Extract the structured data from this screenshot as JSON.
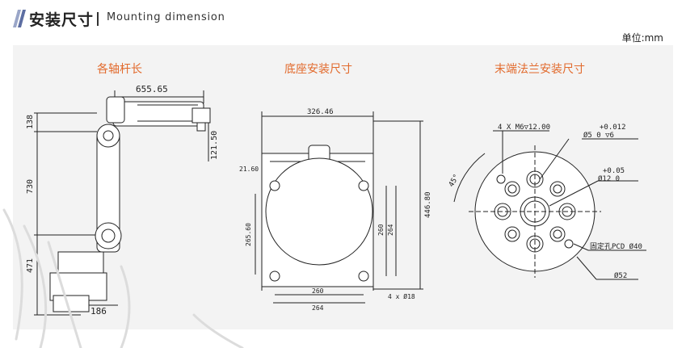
{
  "header": {
    "title_zh": "安装尺寸",
    "title_en": "Mounting dimension",
    "unit": "单位:mm"
  },
  "sections": {
    "arm": {
      "title": "各轴杆长",
      "dims": {
        "reach": "655.65",
        "d138": "138",
        "d730": "730",
        "d471": "471",
        "d186": "186",
        "d121": "121.50"
      }
    },
    "base": {
      "title": "底座安装尺寸",
      "dims": {
        "width": "326.46",
        "height": "446.80",
        "side": "21.60",
        "left_v": "265.60",
        "v260": "260",
        "v264": "264",
        "h260": "260",
        "h264": "264",
        "hole": "4 x Ø18"
      }
    },
    "flange": {
      "title": "末端法兰安装尺寸",
      "dims": {
        "thread": "4 X M6▽12.00",
        "pin_tol": "+0.012",
        "pin_d": "Ø5  0   ▽6",
        "angle": "45°",
        "bore_tol": "+0.05",
        "bore_d": "Ø12  0",
        "pcd": "固定孔PCD Ø40",
        "outer": "Ø52"
      }
    }
  },
  "colors": {
    "accent": "#e26a2c",
    "line": "#222222",
    "panel": "#f3f3f3"
  }
}
